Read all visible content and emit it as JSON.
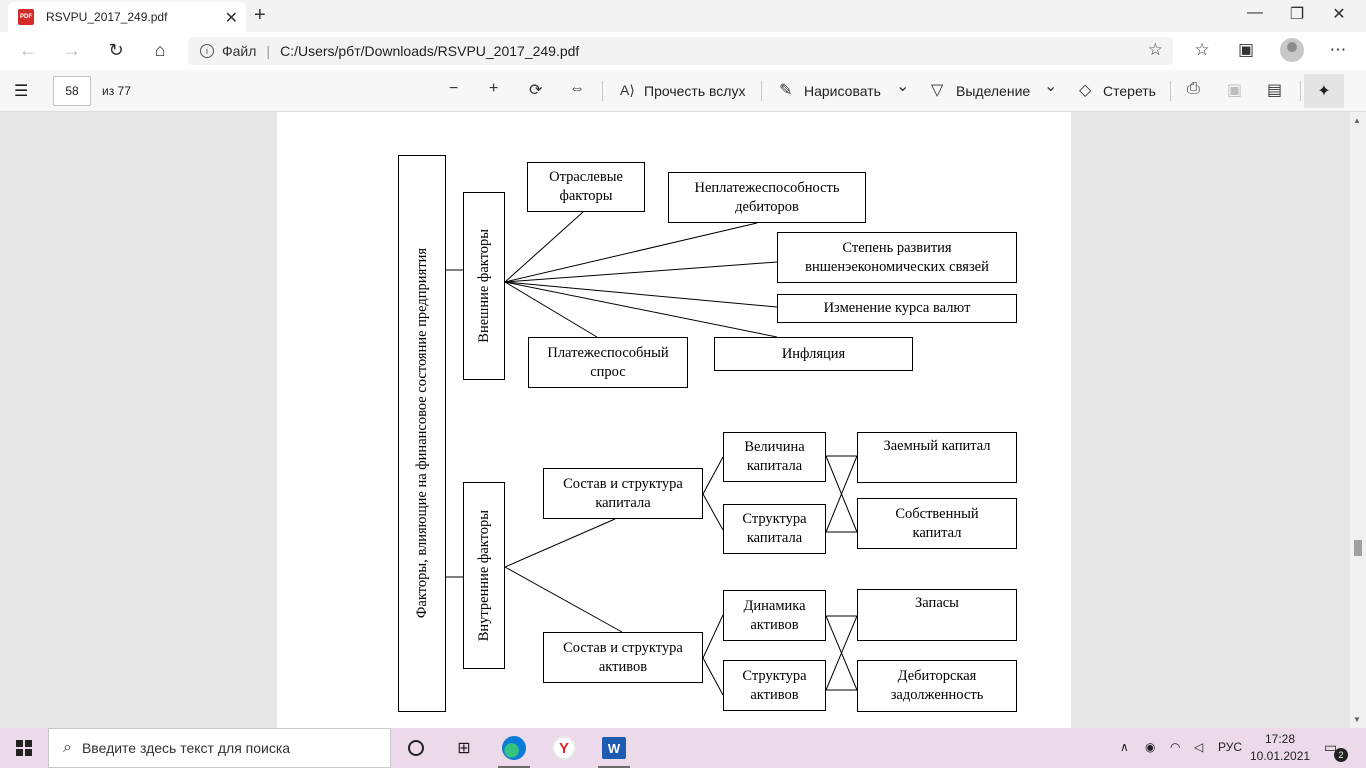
{
  "browser": {
    "tab_title": "RSVPU_2017_249.pdf",
    "pdf_badge": "PDF",
    "url_scheme_label": "Файл",
    "url": "C:/Users/рбт/Downloads/RSVPU_2017_249.pdf"
  },
  "pdf_toolbar": {
    "current_page": "58",
    "total_pages": "из 77",
    "read_aloud": "Прочесть вслух",
    "draw": "Нарисовать",
    "highlight": "Выделение",
    "erase": "Стереть"
  },
  "diagram": {
    "root": "Факторы, влияющие на финансовое состояние предприятия",
    "external": "Внешние факторы",
    "internal": "Внутренние факторы",
    "ext": {
      "industry": [
        "Отраслевые",
        "факторы"
      ],
      "debtors": [
        "Неплатежеспособность",
        "дебиторов"
      ],
      "foreign": [
        "Степень развития",
        "вншенэекономических связей"
      ],
      "currency": [
        "Изменение курса валют"
      ],
      "demand": [
        "Платежеспособный",
        "спрос"
      ],
      "inflation": [
        "Инфляция"
      ]
    },
    "int": {
      "capital": [
        "Состав и структура",
        "капитала"
      ],
      "assets": [
        "Состав и структура",
        "активов"
      ],
      "cap_size": [
        "Величина",
        "капитала"
      ],
      "cap_struct": [
        "Структура",
        "капитала"
      ],
      "borrowed": [
        "Заемный капитал"
      ],
      "own": [
        "Собственный",
        "капитал"
      ],
      "asset_dyn": [
        "Динамика",
        "активов"
      ],
      "asset_struct": [
        "Структура",
        "активов"
      ],
      "stocks": [
        "Запасы"
      ],
      "receivables": [
        "Дебиторская",
        "задолженность"
      ]
    }
  },
  "taskbar": {
    "search_placeholder": "Введите здесь текст для поиска",
    "lang": "РУС",
    "time": "17:28",
    "date": "10.01.2021",
    "notifications": "2",
    "yandex_letter": "Y",
    "word_letter": "W"
  },
  "icons": {
    "close": "✕",
    "plus": "+",
    "back": "←",
    "forward": "→",
    "refresh": "↻",
    "home": "⌂",
    "star": "☆",
    "menu": "☰",
    "zoom_out": "−",
    "zoom_in": "+",
    "rotate": "⟳",
    "fit": "⇔",
    "read_aloud": "A⟩",
    "draw": "✎",
    "highlight": "▽",
    "erase": "◇",
    "print": "⎙",
    "save": "▣",
    "save_as": "▤",
    "pin": "✦",
    "chevron": "⌄",
    "more": "⋯",
    "minimize": "—",
    "restore": "❐",
    "search": "⌕",
    "chevron_up": "∧",
    "taskview": "⊞"
  }
}
